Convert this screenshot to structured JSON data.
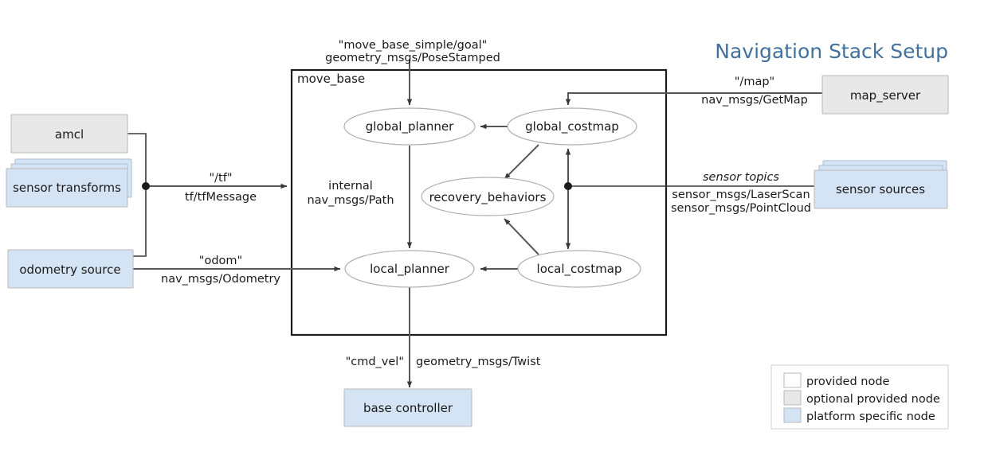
{
  "title": "Navigation Stack Setup",
  "container": {
    "label": "move_base"
  },
  "nodes": {
    "amcl": "amcl",
    "sensor_transforms": "sensor transforms",
    "odometry_source": "odometry source",
    "map_server": "map_server",
    "sensor_sources": "sensor sources",
    "base_controller": "base controller",
    "global_planner": "global_planner",
    "global_costmap": "global_costmap",
    "recovery_behaviors": "recovery_behaviors",
    "local_planner": "local_planner",
    "local_costmap": "local_costmap"
  },
  "edges": {
    "goal_topic": "\"move_base_simple/goal\"",
    "goal_type": "geometry_msgs/PoseStamped",
    "map_topic": "\"/map\"",
    "map_type": "nav_msgs/GetMap",
    "tf_topic": "\"/tf\"",
    "tf_type": "tf/tfMessage",
    "odom_topic": "\"odom\"",
    "odom_type": "nav_msgs/Odometry",
    "internal_label": "internal",
    "internal_type": "nav_msgs/Path",
    "sensor_topics_label": "sensor topics",
    "sensor_type_1": "sensor_msgs/LaserScan",
    "sensor_type_2": "sensor_msgs/PointCloud",
    "cmdvel_topic": "\"cmd_vel\"",
    "cmdvel_type": "geometry_msgs/Twist"
  },
  "legend": {
    "items": [
      {
        "label": "provided node",
        "color": "#ffffff"
      },
      {
        "label": "optional provided node",
        "color": "#e8e8e8"
      },
      {
        "label": "platform specific node",
        "color": "#d5e4f4"
      }
    ]
  },
  "colors": {
    "title": "#41719c",
    "gray_node": "#e8e8e8",
    "blue_node": "#d5e4f4",
    "edge": "#58585a",
    "container_border": "#1c1c1c"
  }
}
